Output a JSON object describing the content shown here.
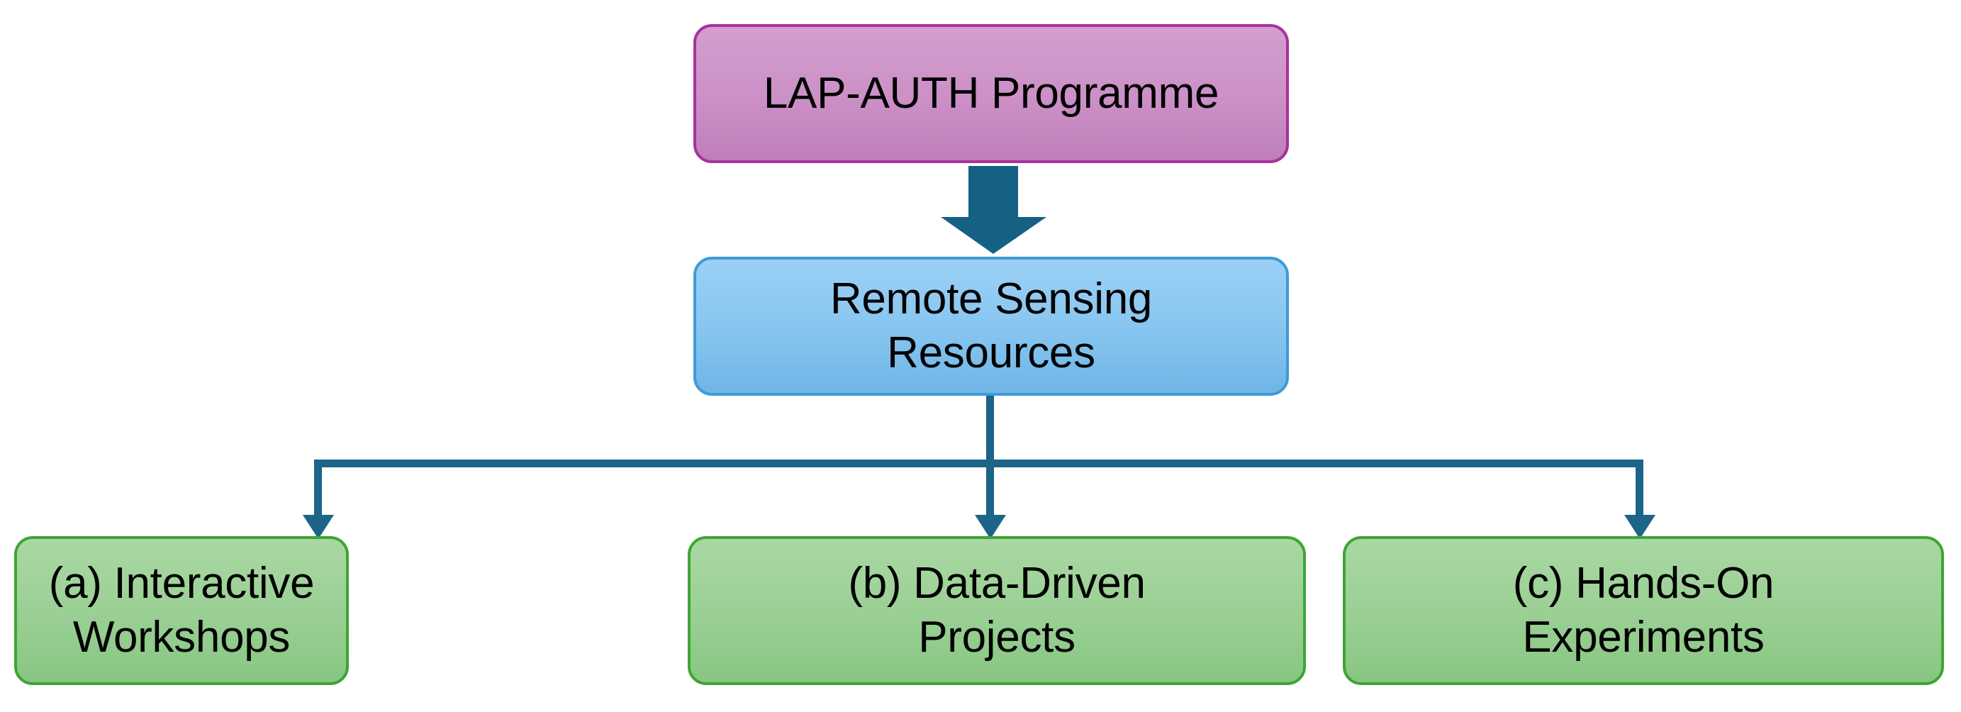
{
  "diagram": {
    "title": "LAP-AUTH Programme remote sensing resources flowchart",
    "orientation": "top-down",
    "nodes": {
      "programme": {
        "label": "LAP-AUTH Programme",
        "shape": "rounded-rectangle",
        "fill": "#CB90C6",
        "border": "#A8329C",
        "text_color": "#000000",
        "level": 1
      },
      "resources": {
        "label": "Remote Sensing\nResources",
        "shape": "rounded-rectangle",
        "fill": "#88C6F0",
        "border": "#3E9BD6",
        "text_color": "#000000",
        "level": 2
      },
      "workshops": {
        "label": "(a) Interactive\nWorkshops",
        "shape": "rounded-rectangle",
        "fill": "#9BD095",
        "border": "#3FA535",
        "text_color": "#000000",
        "level": 3
      },
      "projects": {
        "label": "(b) Data-Driven\nProjects",
        "shape": "rounded-rectangle",
        "fill": "#9BD095",
        "border": "#3FA535",
        "text_color": "#000000",
        "level": 3
      },
      "experiments": {
        "label": "(c) Hands-On\nExperiments",
        "shape": "rounded-rectangle",
        "fill": "#9BD095",
        "border": "#3FA535",
        "text_color": "#000000",
        "level": 3
      }
    },
    "edges": [
      {
        "from": "programme",
        "to": "resources",
        "style": "block-arrow",
        "color": "#156184"
      },
      {
        "from": "resources",
        "to": "workshops",
        "style": "elbow-arrow",
        "color": "#1C6488"
      },
      {
        "from": "resources",
        "to": "projects",
        "style": "straight-arrow",
        "color": "#1C6488"
      },
      {
        "from": "resources",
        "to": "experiments",
        "style": "elbow-arrow",
        "color": "#1C6488"
      }
    ],
    "colors": {
      "background": "#FFFFFF",
      "connector": "#1C6488",
      "block_arrow": "#156184",
      "purple_fill": "#CB90C6",
      "purple_border": "#A8329C",
      "blue_fill": "#88C6F0",
      "blue_border": "#3E9BD6",
      "green_fill": "#9BD095",
      "green_border": "#3FA535"
    }
  }
}
